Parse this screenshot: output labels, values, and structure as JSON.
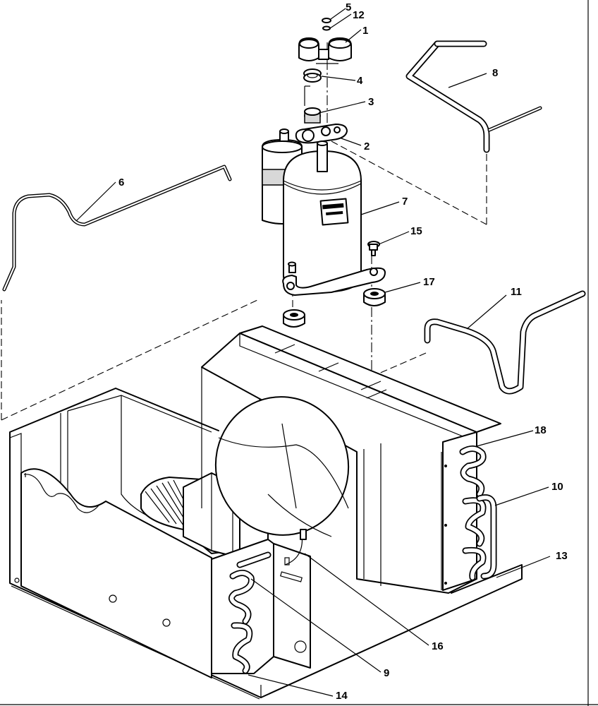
{
  "diagram": {
    "callouts": [
      {
        "id": "c5",
        "label": "5"
      },
      {
        "id": "c12",
        "label": "12"
      },
      {
        "id": "c1",
        "label": "1"
      },
      {
        "id": "c4",
        "label": "4"
      },
      {
        "id": "c3",
        "label": "3"
      },
      {
        "id": "c2",
        "label": "2"
      },
      {
        "id": "c8",
        "label": "8"
      },
      {
        "id": "c6",
        "label": "6"
      },
      {
        "id": "c7",
        "label": "7"
      },
      {
        "id": "c15",
        "label": "15"
      },
      {
        "id": "c17",
        "label": "17"
      },
      {
        "id": "c11",
        "label": "11"
      },
      {
        "id": "c18",
        "label": "18"
      },
      {
        "id": "c10",
        "label": "10"
      },
      {
        "id": "c13",
        "label": "13"
      },
      {
        "id": "c16",
        "label": "16"
      },
      {
        "id": "c9",
        "label": "9"
      },
      {
        "id": "c14",
        "label": "14"
      }
    ]
  }
}
